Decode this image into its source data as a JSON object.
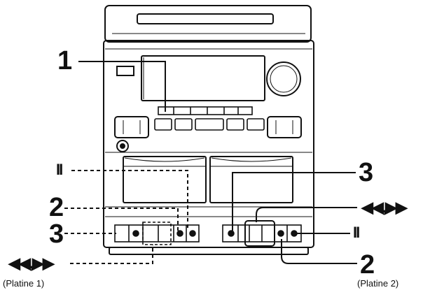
{
  "callouts": {
    "top_1": "1",
    "pause_left": "II",
    "two_left": "2",
    "three_left": "3",
    "rewind_ff_left": "◀◀,▶▶",
    "three_right": "3",
    "rewind_ff_right": "◀◀,▶▶",
    "pause_right": "II",
    "two_right": "2"
  },
  "captions": {
    "deck1": "(Platine 1)",
    "deck2": "(Platine 2)"
  }
}
